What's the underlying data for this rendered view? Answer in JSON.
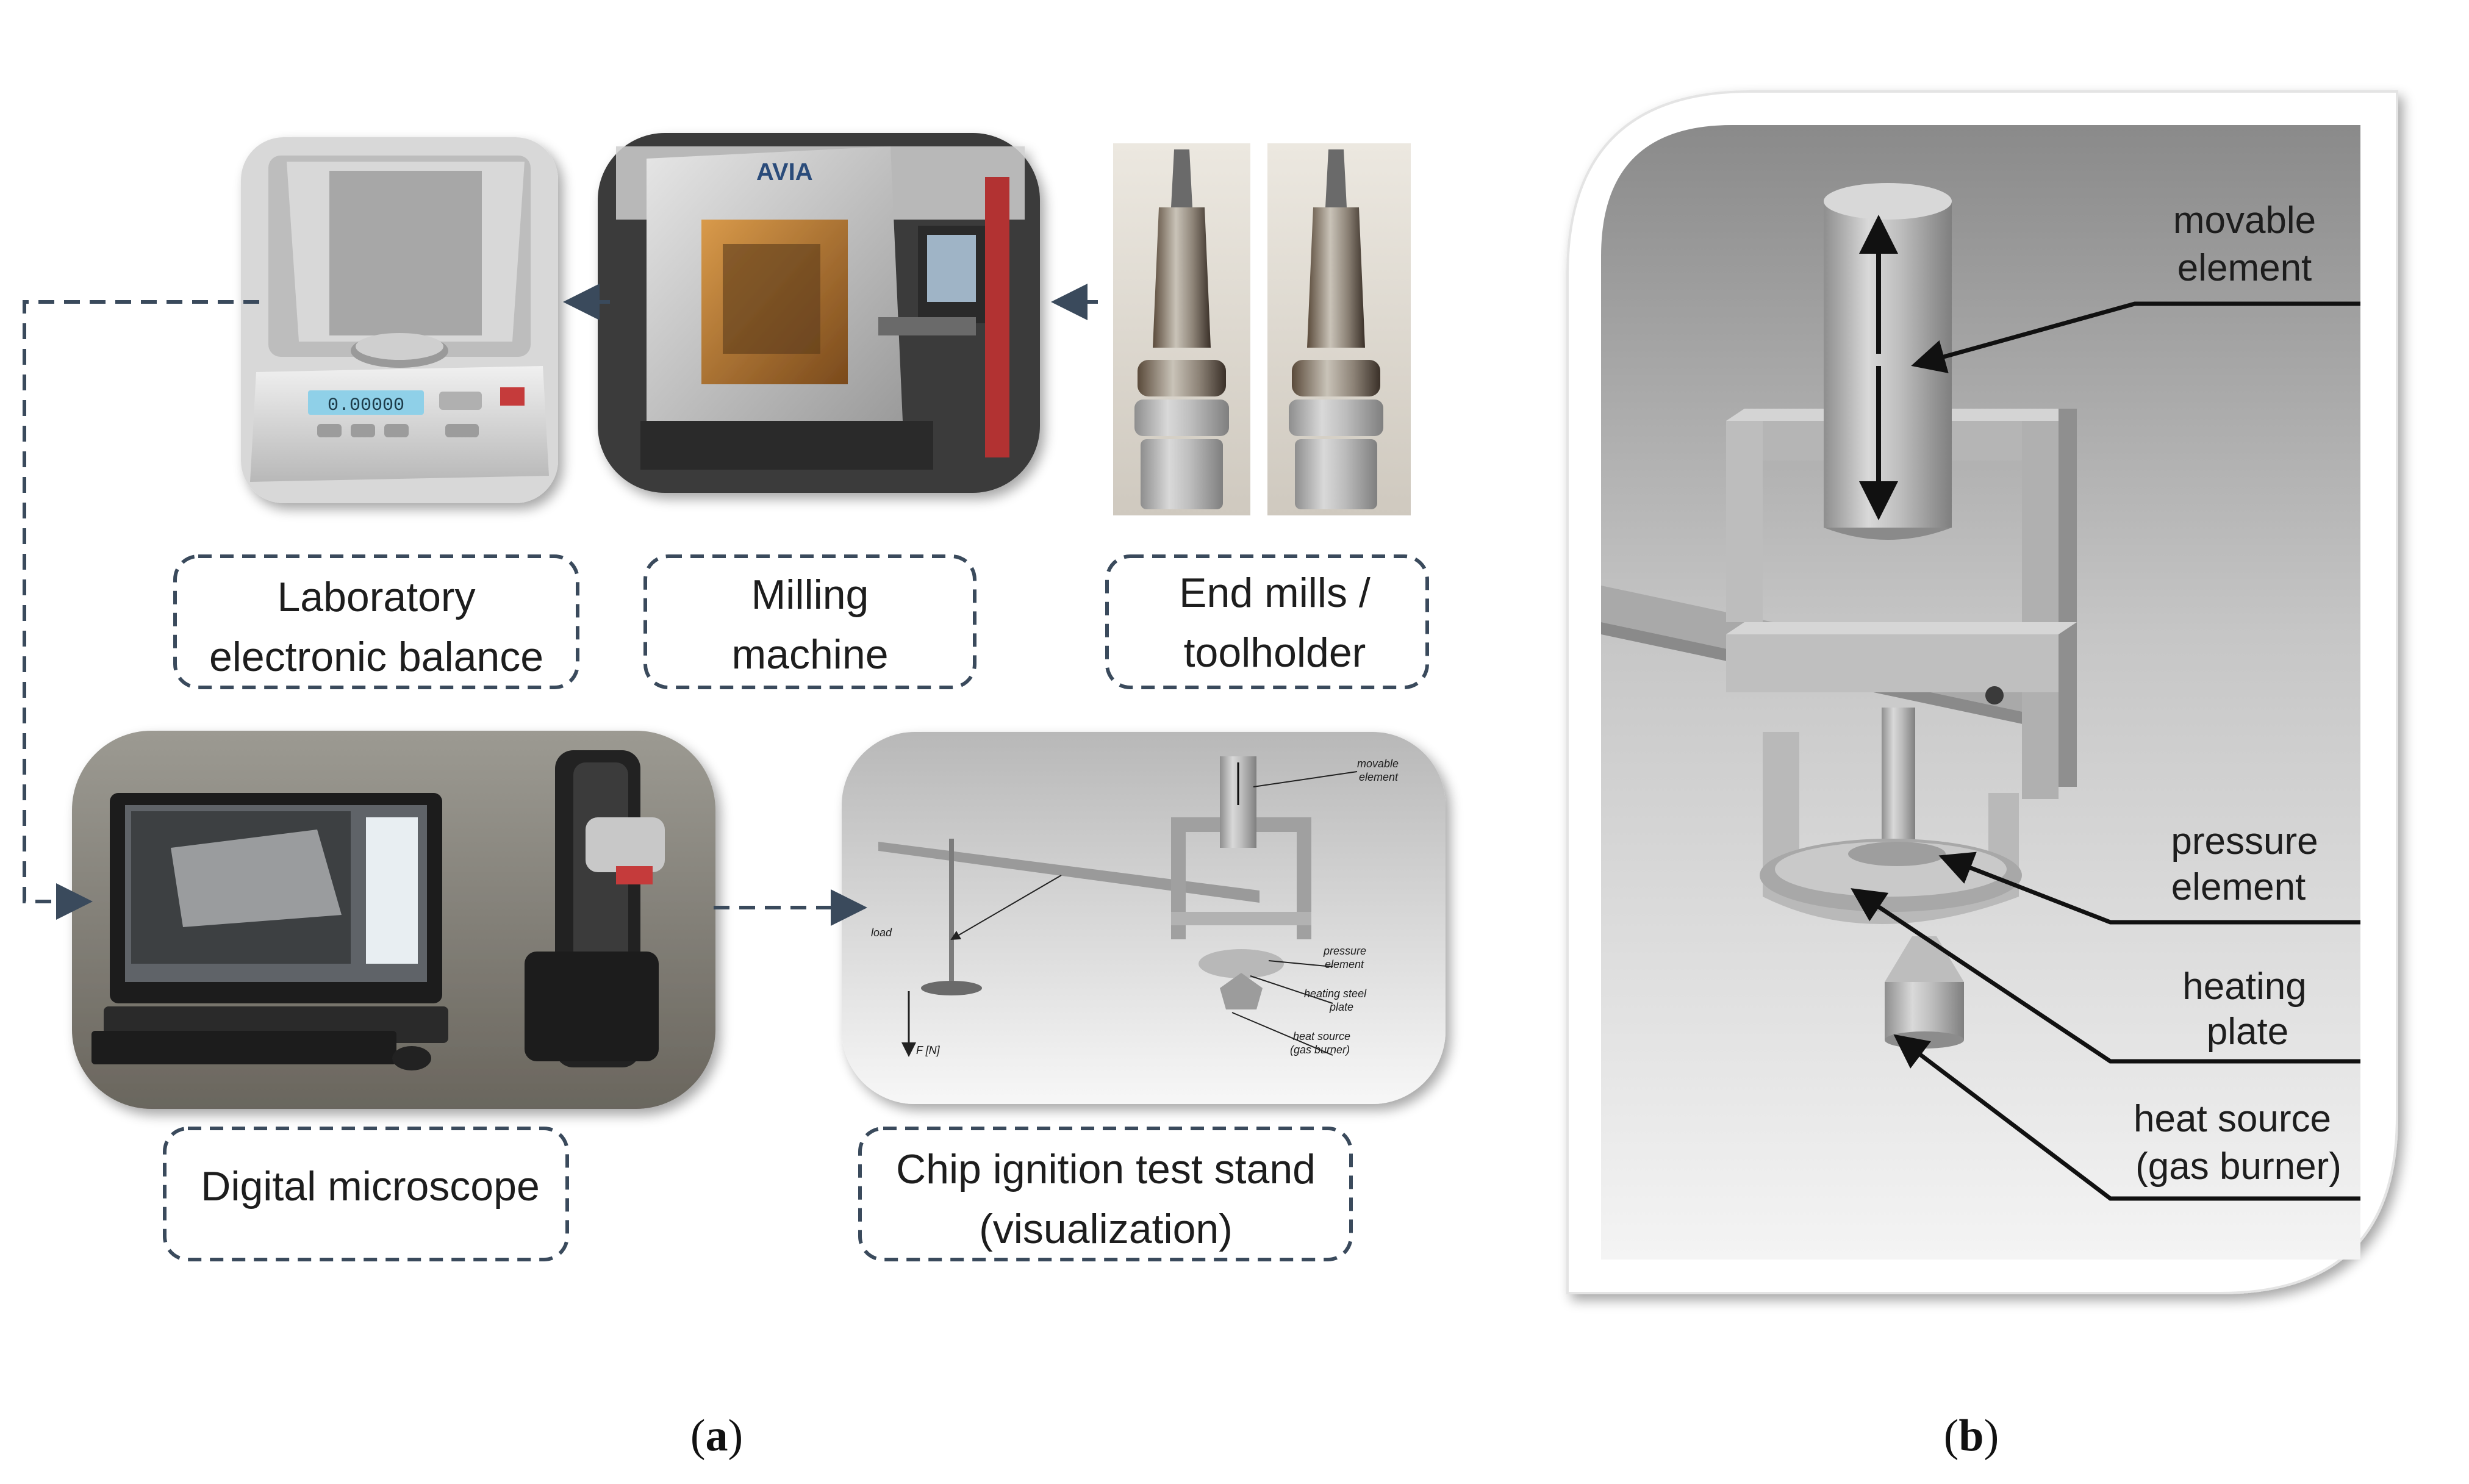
{
  "panel_a": {
    "panel_label_open": "(",
    "panel_label_letter": "a",
    "panel_label_close": ")",
    "boxes": {
      "balance": [
        "Laboratory",
        "electronic balance"
      ],
      "milling": [
        "Milling",
        "machine"
      ],
      "endmills": [
        "End mills /",
        "toolholder"
      ],
      "microscope": [
        "Digital microscope"
      ],
      "teststand": [
        "Chip ignition test stand",
        "(visualization)"
      ]
    },
    "balance_display": "0.00000",
    "mini_stand": {
      "movable": [
        "movable",
        "element"
      ],
      "load": "load",
      "force": "F [N]",
      "pressure": [
        "pressure",
        "element"
      ],
      "heating": [
        "heating steel",
        "plate"
      ],
      "heat_source": [
        "heat source",
        "(gas burner)"
      ]
    }
  },
  "panel_b": {
    "panel_label_open": "(",
    "panel_label_letter": "b",
    "panel_label_close": ")",
    "movable": [
      "movable",
      "element"
    ],
    "pressure": [
      "pressure",
      "element"
    ],
    "heating": [
      "heating",
      "plate"
    ],
    "heat_source": [
      "heat source",
      "(gas burner)"
    ]
  },
  "colors": {
    "dashed_connector": "#3a4a5c",
    "render_background_top": "#8f8f8f",
    "render_background_bottom": "#f2f2f2",
    "metal_light": "#d2d2d2",
    "metal_dark": "#8c8c8c"
  }
}
